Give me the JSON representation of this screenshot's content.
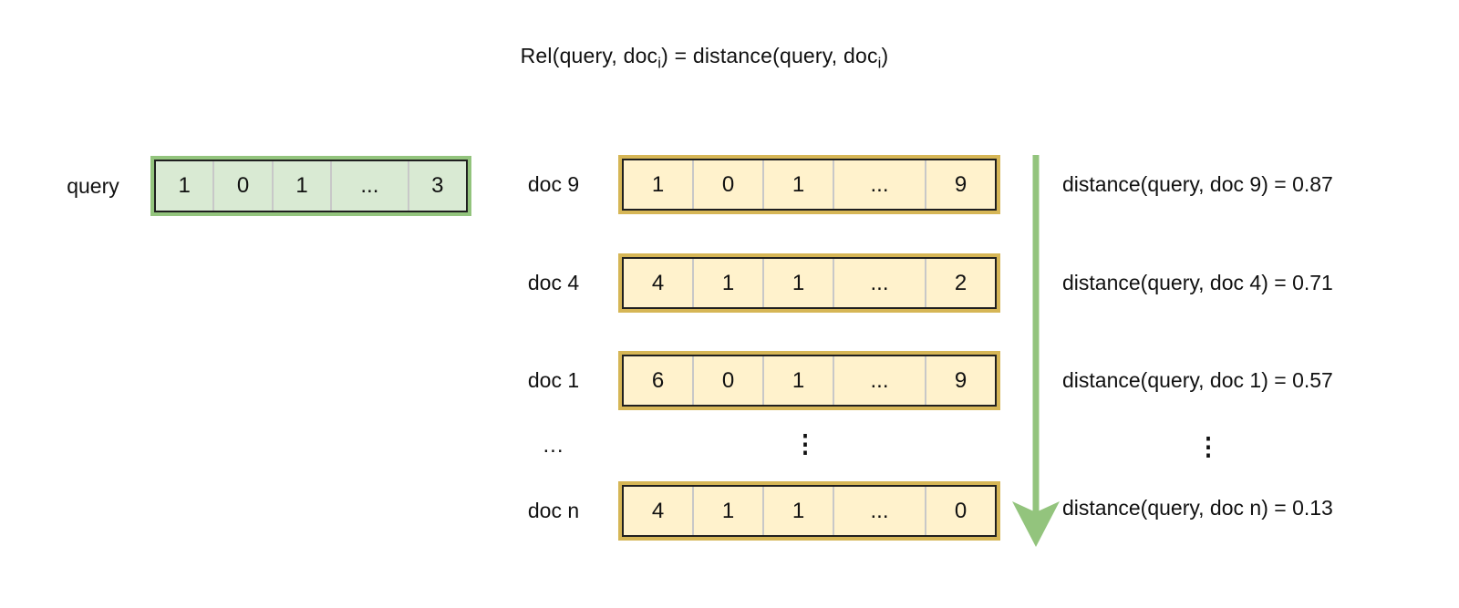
{
  "title": {
    "prefix": "Rel(query, doc",
    "sub1": "i",
    "mid": ") = distance(query, doc",
    "sub2": "i",
    "suffix": ")"
  },
  "query": {
    "label": "query",
    "cells": [
      "1",
      "0",
      "1",
      "...",
      "3"
    ]
  },
  "docs": [
    {
      "label": "doc 9",
      "cells": [
        "1",
        "0",
        "1",
        "...",
        "9"
      ],
      "distance": "distance(query, doc 9) = 0.87"
    },
    {
      "label": "doc 4",
      "cells": [
        "4",
        "1",
        "1",
        "...",
        "2"
      ],
      "distance": "distance(query, doc 4) = 0.71"
    },
    {
      "label": "doc 1",
      "cells": [
        "6",
        "0",
        "1",
        "...",
        "9"
      ],
      "distance": "distance(query, doc 1) = 0.57"
    },
    {
      "label": "doc n",
      "cells": [
        "4",
        "1",
        "1",
        "...",
        "0"
      ],
      "distance": "distance(query, doc n) = 0.13"
    }
  ],
  "ellipsis_row": {
    "label": "...",
    "vector": "⋮",
    "distance": "⋮"
  },
  "colors": {
    "query_border": "#93c47d",
    "query_fill": "#d9ead3",
    "doc_border": "#d6b656",
    "doc_fill": "#fff2cc",
    "inner_border": "#1f1f1f",
    "cell_divider": "#c8c8c8",
    "arrow": "#93c47d",
    "text": "#111111"
  }
}
